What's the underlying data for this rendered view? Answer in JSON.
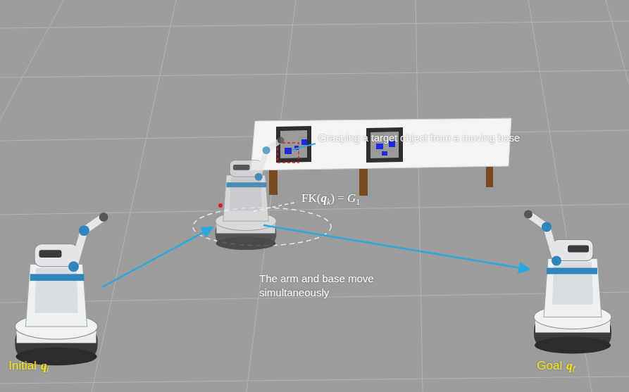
{
  "diagram": {
    "labels": [
      "Grasping a target object from a moving base",
      "FK(",
      "q",
      "k",
      ") = ",
      "G",
      "1",
      "The arm and base move simultaneously",
      "Initial",
      "q",
      "i",
      "Goal",
      "q",
      "f"
    ]
  }
}
